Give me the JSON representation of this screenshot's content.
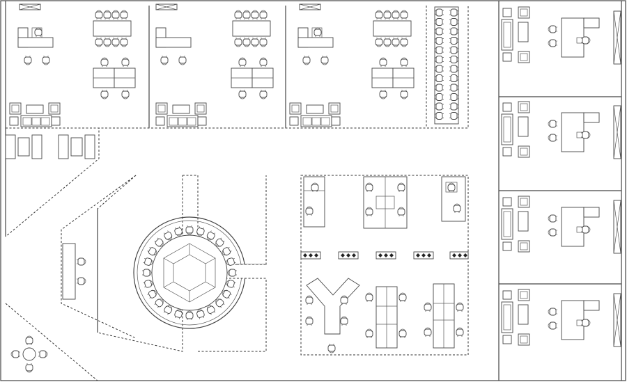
{
  "plan": {
    "background": "#ffffff",
    "line_color": "#444444",
    "private_offices": 4,
    "workstation_rooms": 3,
    "round_table_seats": 24,
    "lounge_chairs": 4
  }
}
